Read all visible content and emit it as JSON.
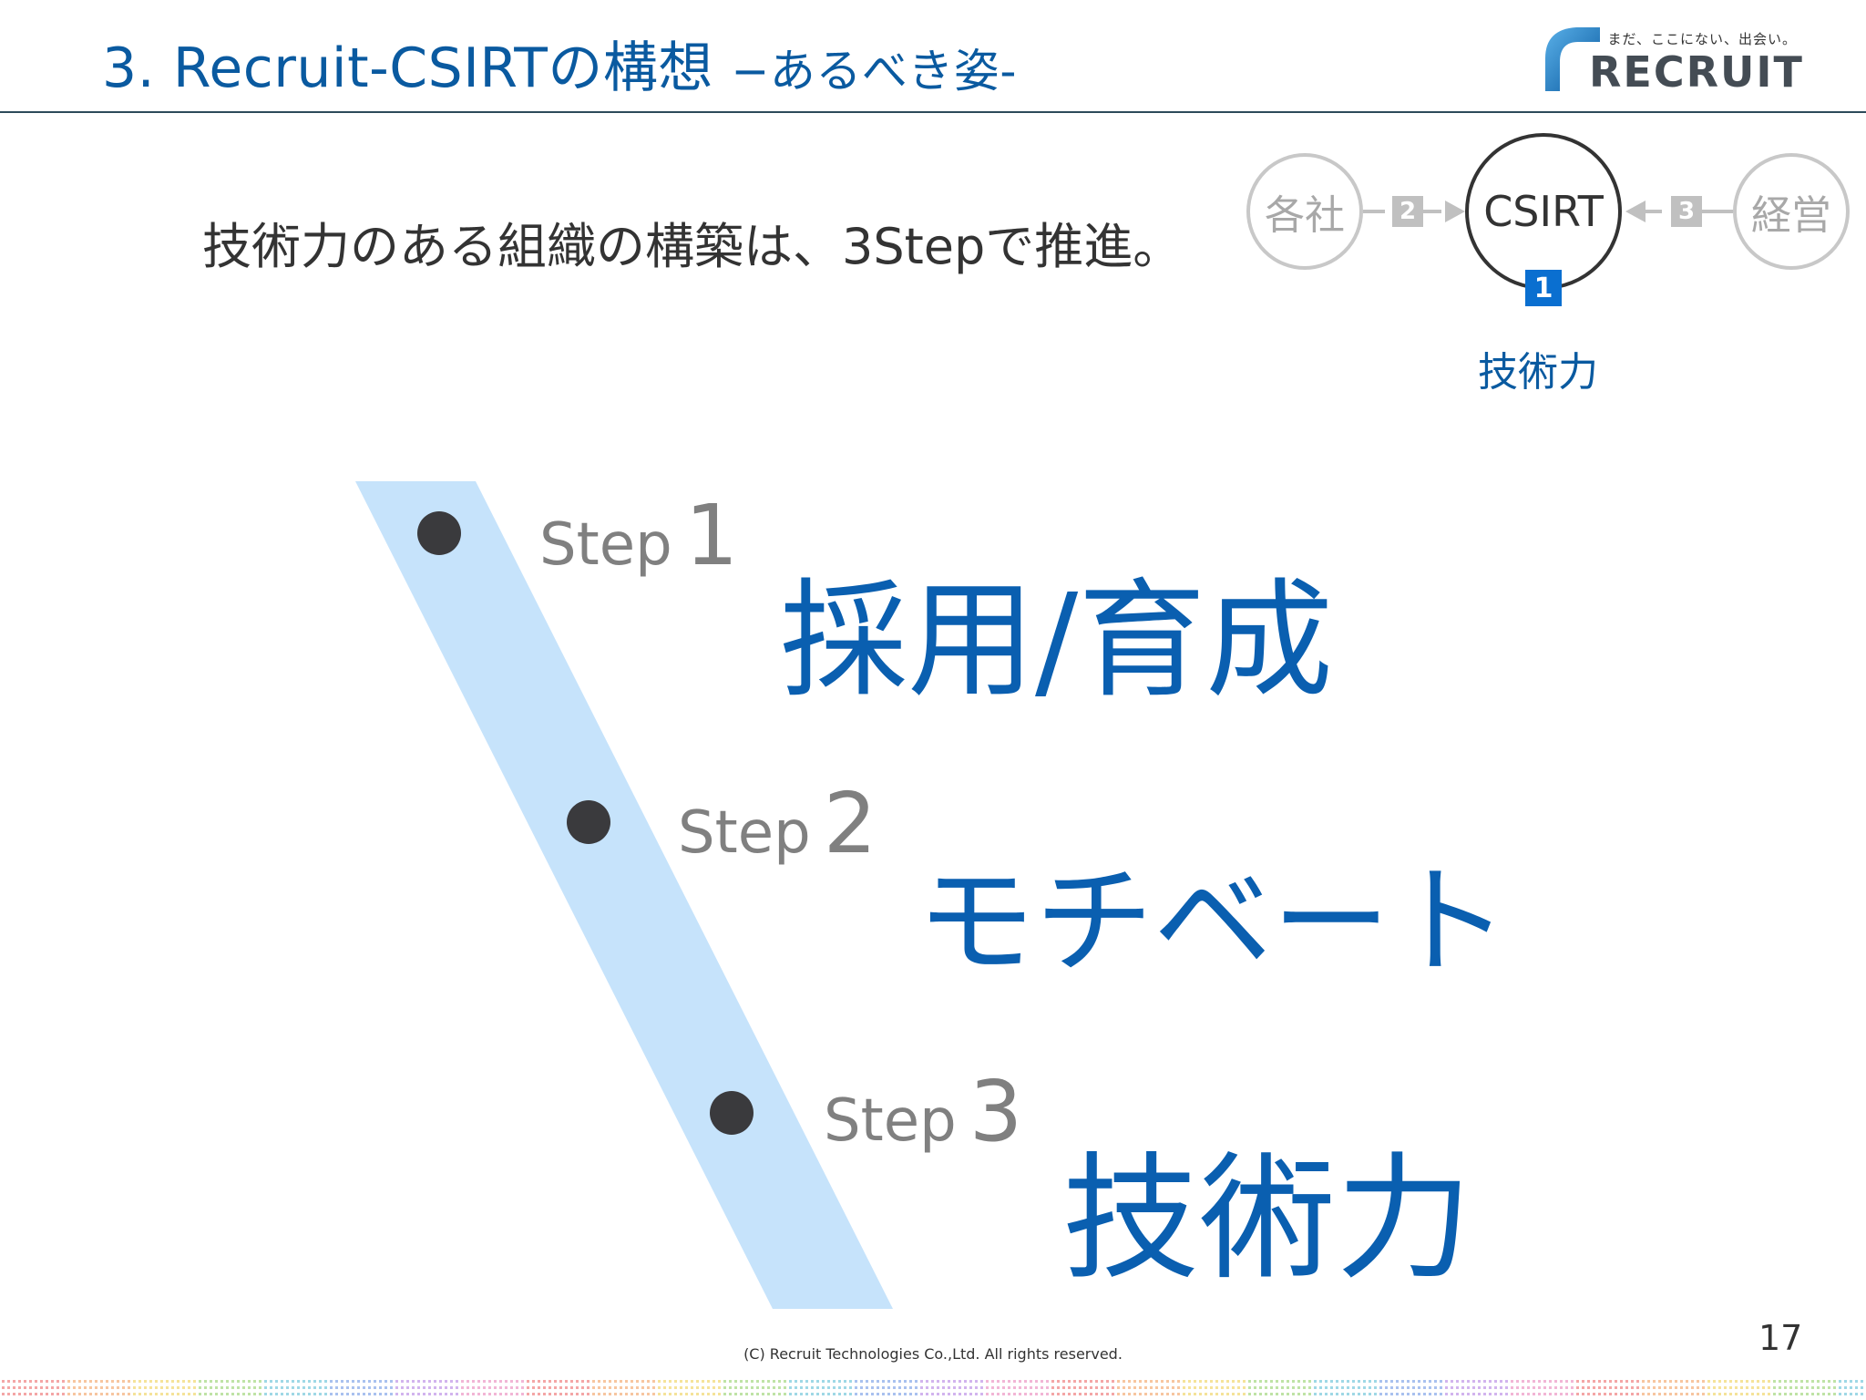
{
  "header": {
    "title": "3. Recruit-CSIRTの構想",
    "subtitle": "−あるべき姿-"
  },
  "logo": {
    "tagline": "まだ、ここにない、出会い。",
    "word": "RECRUIT"
  },
  "intro": "技術力のある組織の構築は、3Stepで推進。",
  "diagram": {
    "left_node": "各社",
    "center_node": "CSIRT",
    "right_node": "経営",
    "badge_left": "2",
    "badge_right": "3",
    "badge_center": "1",
    "center_caption": "技術力"
  },
  "steps": [
    {
      "word": "Step",
      "num": "1",
      "text": "採用/育成"
    },
    {
      "word": "Step",
      "num": "2",
      "text": "モチベート"
    },
    {
      "word": "Step",
      "num": "3",
      "text": "技術力"
    }
  ],
  "colors": {
    "title_blue": "#0a5aa0",
    "step_blue": "#0a5fb0",
    "band": "#c6e3fb",
    "badge_blue": "#0a6fd0"
  },
  "footer": {
    "copyright": "(C) Recruit Technologies Co.,Ltd. All rights reserved.",
    "page_number": "17"
  }
}
